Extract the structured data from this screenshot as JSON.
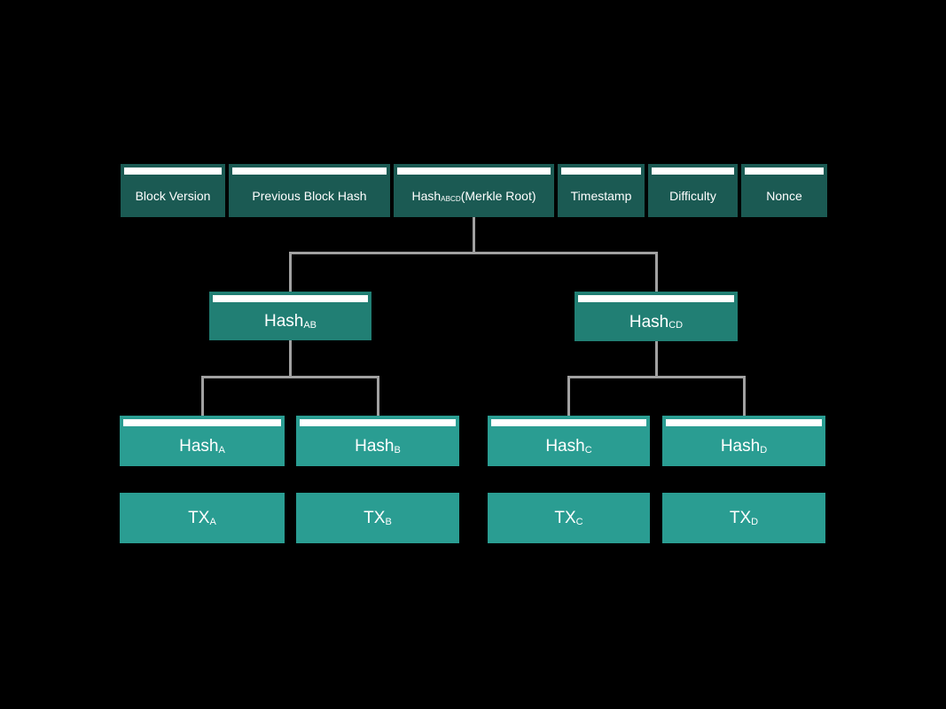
{
  "colors": {
    "background": "#000000",
    "header_box": "#1b5a53",
    "mid_box": "#217f74",
    "leaf_box": "#2a9d92",
    "stripe": "#ffffff",
    "connector": "#a1a1a1",
    "text": "#ffffff"
  },
  "block_header": {
    "cells": [
      {
        "main": "Block Version",
        "sub": "",
        "suffix": ""
      },
      {
        "main": "Previous Block Hash",
        "sub": "",
        "suffix": ""
      },
      {
        "main": "Hash",
        "sub": "ABCD",
        "suffix": " (Merkle Root)"
      },
      {
        "main": "Timestamp",
        "sub": "",
        "suffix": ""
      },
      {
        "main": "Difficulty",
        "sub": "",
        "suffix": ""
      },
      {
        "main": "Nonce",
        "sub": "",
        "suffix": ""
      }
    ]
  },
  "merkle_tree": {
    "level1": [
      {
        "main": "Hash",
        "sub": "AB"
      },
      {
        "main": "Hash",
        "sub": "CD"
      }
    ],
    "level2": [
      {
        "main": "Hash",
        "sub": "A"
      },
      {
        "main": "Hash",
        "sub": "B"
      },
      {
        "main": "Hash",
        "sub": "C"
      },
      {
        "main": "Hash",
        "sub": "D"
      }
    ],
    "transactions": [
      {
        "main": "TX",
        "sub": "A"
      },
      {
        "main": "TX",
        "sub": "B"
      },
      {
        "main": "TX",
        "sub": "C"
      },
      {
        "main": "TX",
        "sub": "D"
      }
    ]
  }
}
